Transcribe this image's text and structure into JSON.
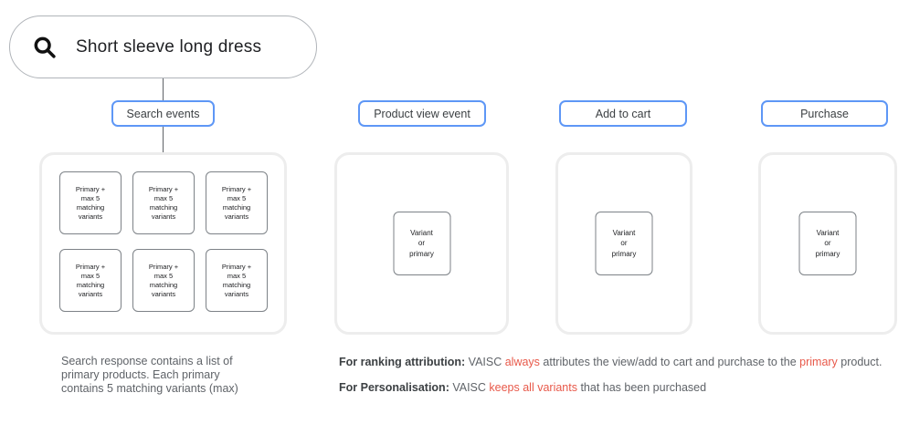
{
  "colors": {
    "accent_blue": "#5e97f6",
    "pill_border": "#b0b4b9",
    "panel_border": "#ededed",
    "card_border": "#7d8287",
    "text_dark": "#202124",
    "text_gray": "#5f6368",
    "bold_gray": "#3c4043",
    "highlight_red": "#e8594a",
    "line": "#5f6368"
  },
  "search_bar": {
    "icon": "magnifier-icon",
    "query": "Short sleeve long dress"
  },
  "columns": [
    {
      "button": "Search events",
      "cards": [
        "Primary +\nmax 5\nmatching\nvariants",
        "Primary +\nmax 5\nmatching\nvariants",
        "Primary +\nmax 5\nmatching\nvariants",
        "Primary +\nmax 5\nmatching\nvariants",
        "Primary +\nmax 5\nmatching\nvariants",
        "Primary +\nmax 5\nmatching\nvariants"
      ]
    },
    {
      "button": "Product view event",
      "card": "Variant\nor\nprimary"
    },
    {
      "button": "Add to cart",
      "card": "Variant\nor\nprimary"
    },
    {
      "button": "Purchase",
      "card": "Variant\nor\nprimary"
    }
  ],
  "notes": {
    "search_note": "Search response contains a list of\nprimary products. Each primary\ncontains 5 matching variants (max)",
    "ranking": {
      "label": "For ranking attribution:",
      "t1": " VAISC ",
      "red1": "always",
      "t2": " attributes the view/add to cart and purchase to the ",
      "red2": "primary",
      "t3": " product."
    },
    "personalisation": {
      "label": "For Personalisation:",
      "t1": " VAISC ",
      "red1": "keeps all variants",
      "t2": " that has been purchased"
    }
  }
}
